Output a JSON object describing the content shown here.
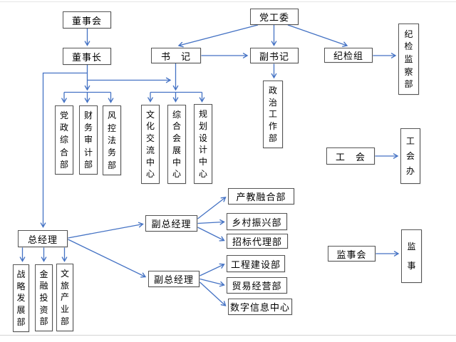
{
  "diagram": {
    "type": "org-chart",
    "colors": {
      "connector": "#4472C4",
      "box_border": "#555555",
      "text": "#000000"
    },
    "nodes": {
      "board_of_directors": "董事会",
      "chairman": "董事长",
      "party_working_committee": "党工委",
      "secretary": "书　记",
      "deputy_secretary": "副书记",
      "discipline_inspection_group": "纪检组",
      "discipline_inspection_supervision_dept": "纪检监察部",
      "political_work_dept": "政治工作部",
      "party_admin_general_dept": "党政综合部",
      "finance_audit_dept": "财务审计部",
      "risk_control_legal_dept": "风控法务部",
      "culture_exchange_center": "文化交流中心",
      "general_exhibition_center": "综合会展中心",
      "planning_design_center": "规划设计中心",
      "labor_union": "工　会",
      "labor_union_office": "工会办",
      "board_of_supervisors": "监事会",
      "supervisor": "监事",
      "general_manager": "总经理",
      "strategy_development_dept": "战略发展部",
      "finance_investment_dept": "金融投资部",
      "culture_tourism_industry_dept": "文旅产业部",
      "deputy_general_manager_1": "副总经理",
      "deputy_general_manager_2": "副总经理",
      "industry_education_integration_dept": "产教融合部",
      "rural_revitalization_dept": "乡村振兴部",
      "bidding_agency_dept": "招标代理部",
      "engineering_construction_dept": "工程建设部",
      "trade_operation_dept": "贸易经营部",
      "digital_information_center": "数字信息中心"
    }
  }
}
